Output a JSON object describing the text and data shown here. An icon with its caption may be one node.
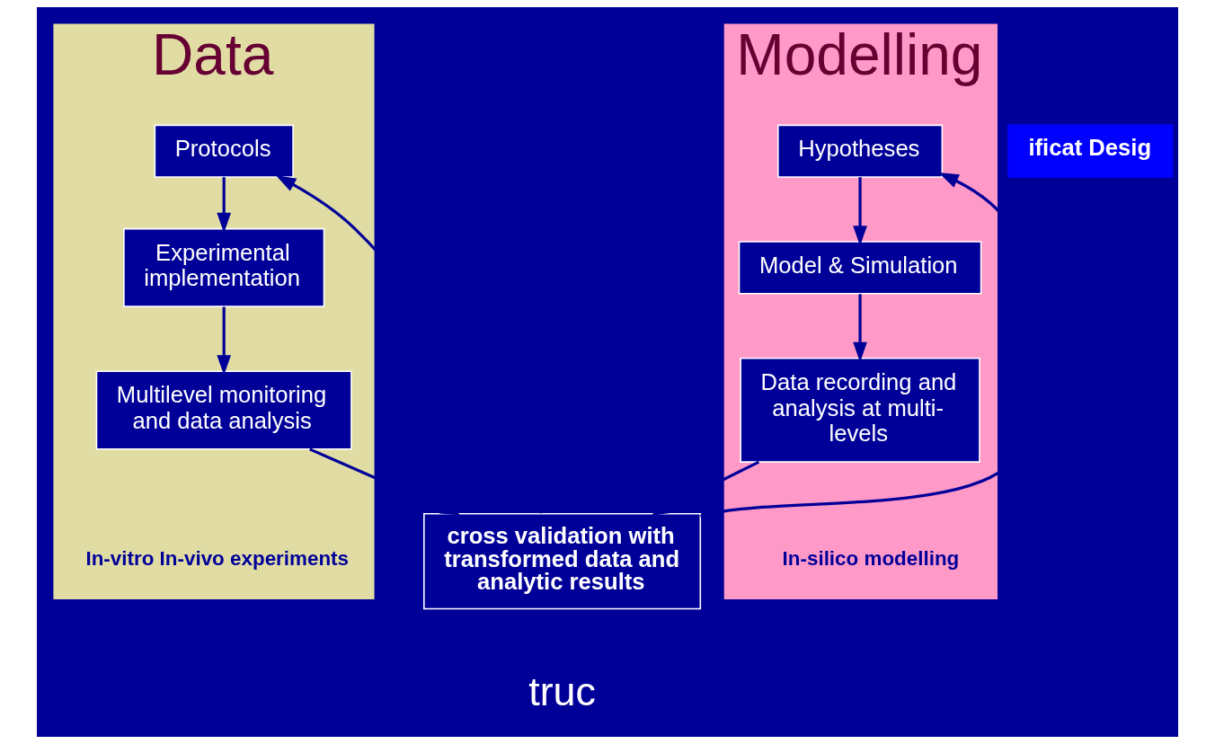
{
  "diagram": {
    "nodes": [
      {
        "text": [
          "Data",
          "In-vitro In-vivo experiments"
        ]
      },
      {
        "text": [
          "Protocols"
        ],
        "in": 0
      },
      {
        "text": [
          "Experimental implementation"
        ],
        "in": 0
      },
      {
        "text": [
          "Multilevel monitoring and data analysis"
        ],
        "in": 0
      },
      {
        "text": [
          "Modelling",
          "In-silico modelling"
        ]
      },
      {
        "text": [
          "Hypotheses"
        ],
        "in": 4
      },
      {
        "text": [
          "Model & Simulation"
        ],
        "in": 4
      },
      {
        "text": [
          "Data recording and analysis at multi-levels"
        ],
        "in": 4
      },
      {
        "text": [
          "cross validation with transformed data and analytic results"
        ]
      },
      {
        "text": [
          "ificat Desig"
        ]
      }
    ],
    "edges": [
      {
        "from": 1,
        "to": 2,
        "arrow": "to"
      },
      {
        "from": 2,
        "to": 3,
        "arrow": "to"
      },
      {
        "from": 3,
        "to": 8,
        "arrow": "to"
      },
      {
        "from": 8,
        "to": 1,
        "arrow": "to"
      },
      {
        "from": 8,
        "to": 5,
        "arrow": "to"
      },
      {
        "from": 5,
        "to": 6,
        "arrow": "to"
      },
      {
        "from": 6,
        "to": 7,
        "arrow": "to"
      },
      {
        "from": 7,
        "to": 8,
        "arrow": "to"
      }
    ],
    "labels": [
      "truc"
    ]
  }
}
